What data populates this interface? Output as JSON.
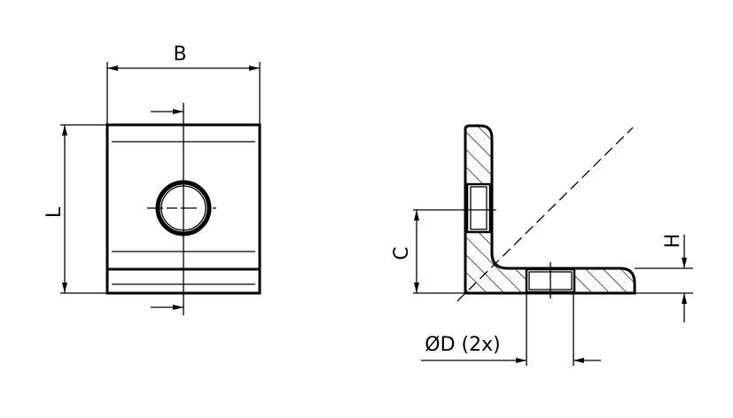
{
  "drawing": {
    "labels": {
      "width": "B",
      "length": "L",
      "hole_offset": "C",
      "thickness": "H",
      "hole_diameter": "ØD (2x)"
    },
    "colors": {
      "line": "#000000",
      "background": "#ffffff"
    }
  }
}
